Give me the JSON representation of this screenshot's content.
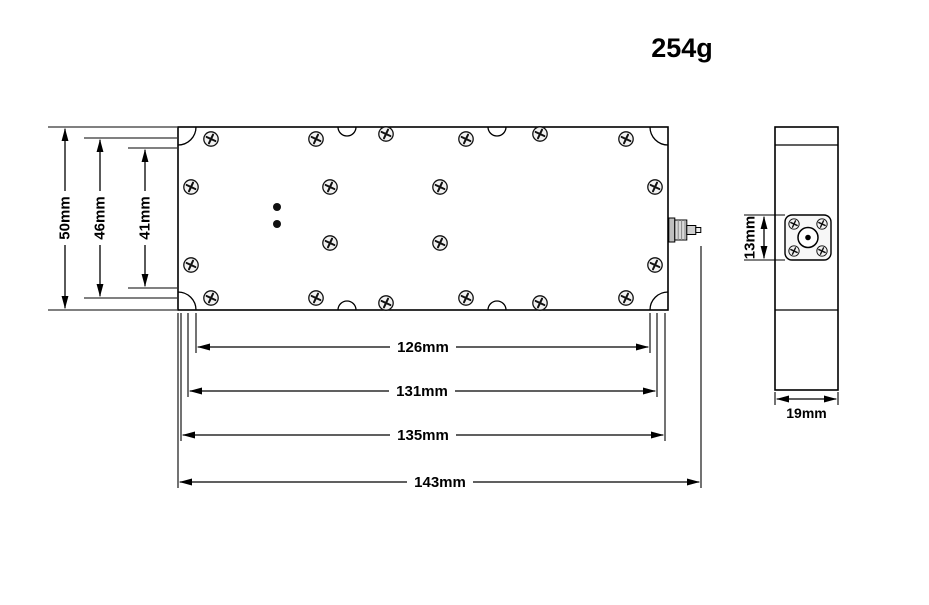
{
  "weight_label": "254g",
  "top_view": {
    "dims": {
      "height_outer": "50mm",
      "height_mid": "46mm",
      "height_inner": "41mm",
      "length_inner": "126mm",
      "length_mid1": "131mm",
      "length_mid2": "135mm",
      "length_total": "143mm"
    }
  },
  "side_view": {
    "dims": {
      "connector": "13mm",
      "depth": "19mm"
    }
  },
  "icons": {
    "screw": "phillips-screw",
    "connector": "coax-rf-connector",
    "led": "indicator-dot"
  },
  "colors": {
    "line": "#000000",
    "background": "#ffffff",
    "screw_fill": "#f2f2f2",
    "connector_metal": "#d9d9d9"
  }
}
